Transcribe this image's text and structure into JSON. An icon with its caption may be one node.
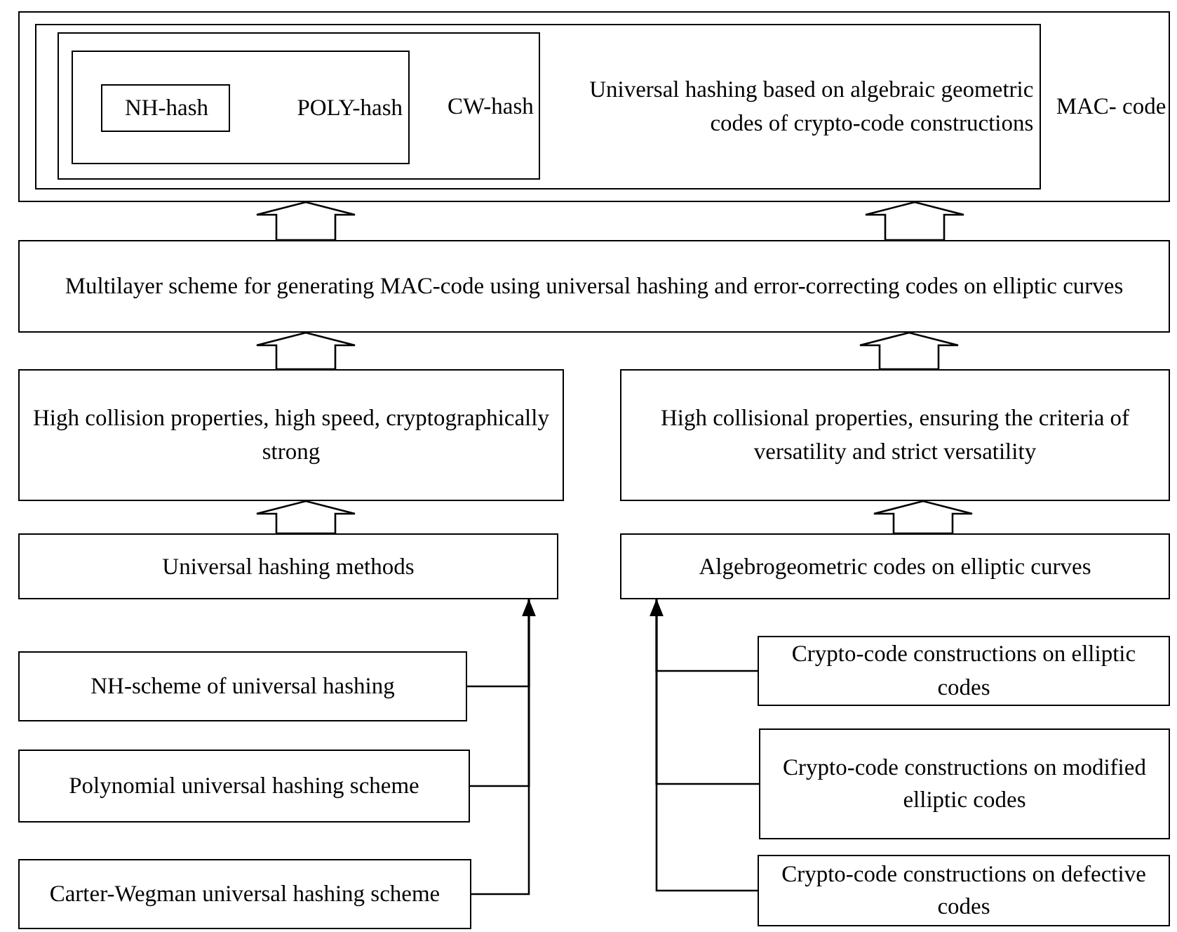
{
  "diagram": {
    "nodes": [
      {
        "text": [
          "MAC- code"
        ]
      },
      {
        "text": [
          "Universal hashing based on algebraic geometric codes of crypto-code constructions"
        ],
        "in": 0
      },
      {
        "text": [
          "CW-hash"
        ],
        "in": 1
      },
      {
        "text": [
          "POLY-hash"
        ],
        "in": 2
      },
      {
        "text": [
          "NH-hash"
        ],
        "in": 3
      },
      {
        "text": [
          "Multilayer scheme for generating MAC-code using universal hashing and error-correcting codes on elliptic curves"
        ]
      },
      {
        "text": [
          "High collision properties, high speed, cryptographically strong"
        ]
      },
      {
        "text": [
          "High collisional properties, ensuring the criteria of versatility and strict versatility"
        ]
      },
      {
        "text": [
          "Universal hashing methods"
        ]
      },
      {
        "text": [
          "Algebrogeometric codes on elliptic curves"
        ]
      },
      {
        "text": [
          "NH-scheme of universal hashing"
        ]
      },
      {
        "text": [
          "Polynomial universal hashing scheme"
        ]
      },
      {
        "text": [
          "Carter-Wegman universal hashing scheme"
        ]
      },
      {
        "text": [
          "Crypto-code constructions on elliptic codes"
        ]
      },
      {
        "text": [
          "Crypto-code constructions on modified elliptic codes"
        ]
      },
      {
        "text": [
          "Crypto-code constructions on defective codes"
        ]
      }
    ],
    "edges": [
      {
        "from": 5,
        "to": 0,
        "arrow": "to",
        "style": "thick"
      },
      {
        "from": 5,
        "to": 0,
        "arrow": "to",
        "style": "thick"
      },
      {
        "from": 6,
        "to": 5,
        "arrow": "to",
        "style": "thick"
      },
      {
        "from": 7,
        "to": 5,
        "arrow": "to",
        "style": "thick"
      },
      {
        "from": 8,
        "to": 6,
        "arrow": "to",
        "style": "thick"
      },
      {
        "from": 9,
        "to": 7,
        "arrow": "to",
        "style": "thick"
      },
      {
        "from": 10,
        "to": 8,
        "arrow": "to"
      },
      {
        "from": 11,
        "to": 8,
        "arrow": "to"
      },
      {
        "from": 12,
        "to": 8,
        "arrow": "to"
      },
      {
        "from": 13,
        "to": 9,
        "arrow": "to"
      },
      {
        "from": 14,
        "to": 9,
        "arrow": "to"
      },
      {
        "from": 15,
        "to": 9,
        "arrow": "to"
      }
    ]
  }
}
